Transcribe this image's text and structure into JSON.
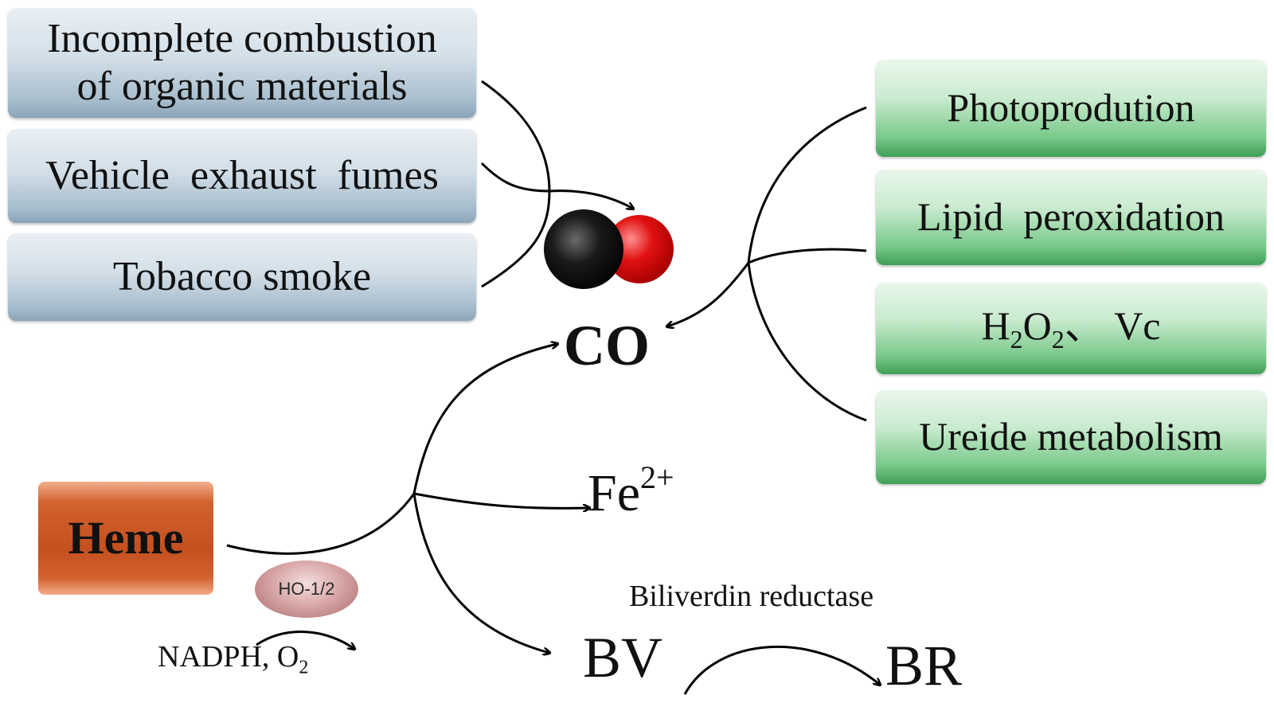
{
  "human_sources": [
    {
      "line1": "Incomplete combustion",
      "line2": "of organic materials"
    },
    {
      "label": "Vehicle  exhaust  fumes"
    },
    {
      "label": "Tobacco smoke"
    }
  ],
  "plant_sources": [
    {
      "label": "Photoprodution"
    },
    {
      "label": "Lipid  peroxidation"
    },
    {
      "label_h": "H",
      "sub1": "2",
      "label_o": "O",
      "sub2": "2",
      "label_rest": "、 Vc"
    },
    {
      "label": "Ureide metabolism"
    }
  ],
  "center": {
    "label": "CO"
  },
  "heme": {
    "label": "Heme"
  },
  "enzyme": {
    "label": "HO-1/2"
  },
  "cofactor": {
    "prefix": "NADPH, O",
    "sub": "2"
  },
  "products": {
    "fe_base": "Fe",
    "fe_sup": "2+",
    "bv": "BV",
    "br": "BR",
    "bv_enzyme": "Biliverdin reductase"
  },
  "colors": {
    "human_box": "#a6bccc",
    "plant_box": "#79c98a",
    "heme_box": "#c4501f",
    "co_carbon": "#000000",
    "co_oxygen": "#d90000"
  }
}
